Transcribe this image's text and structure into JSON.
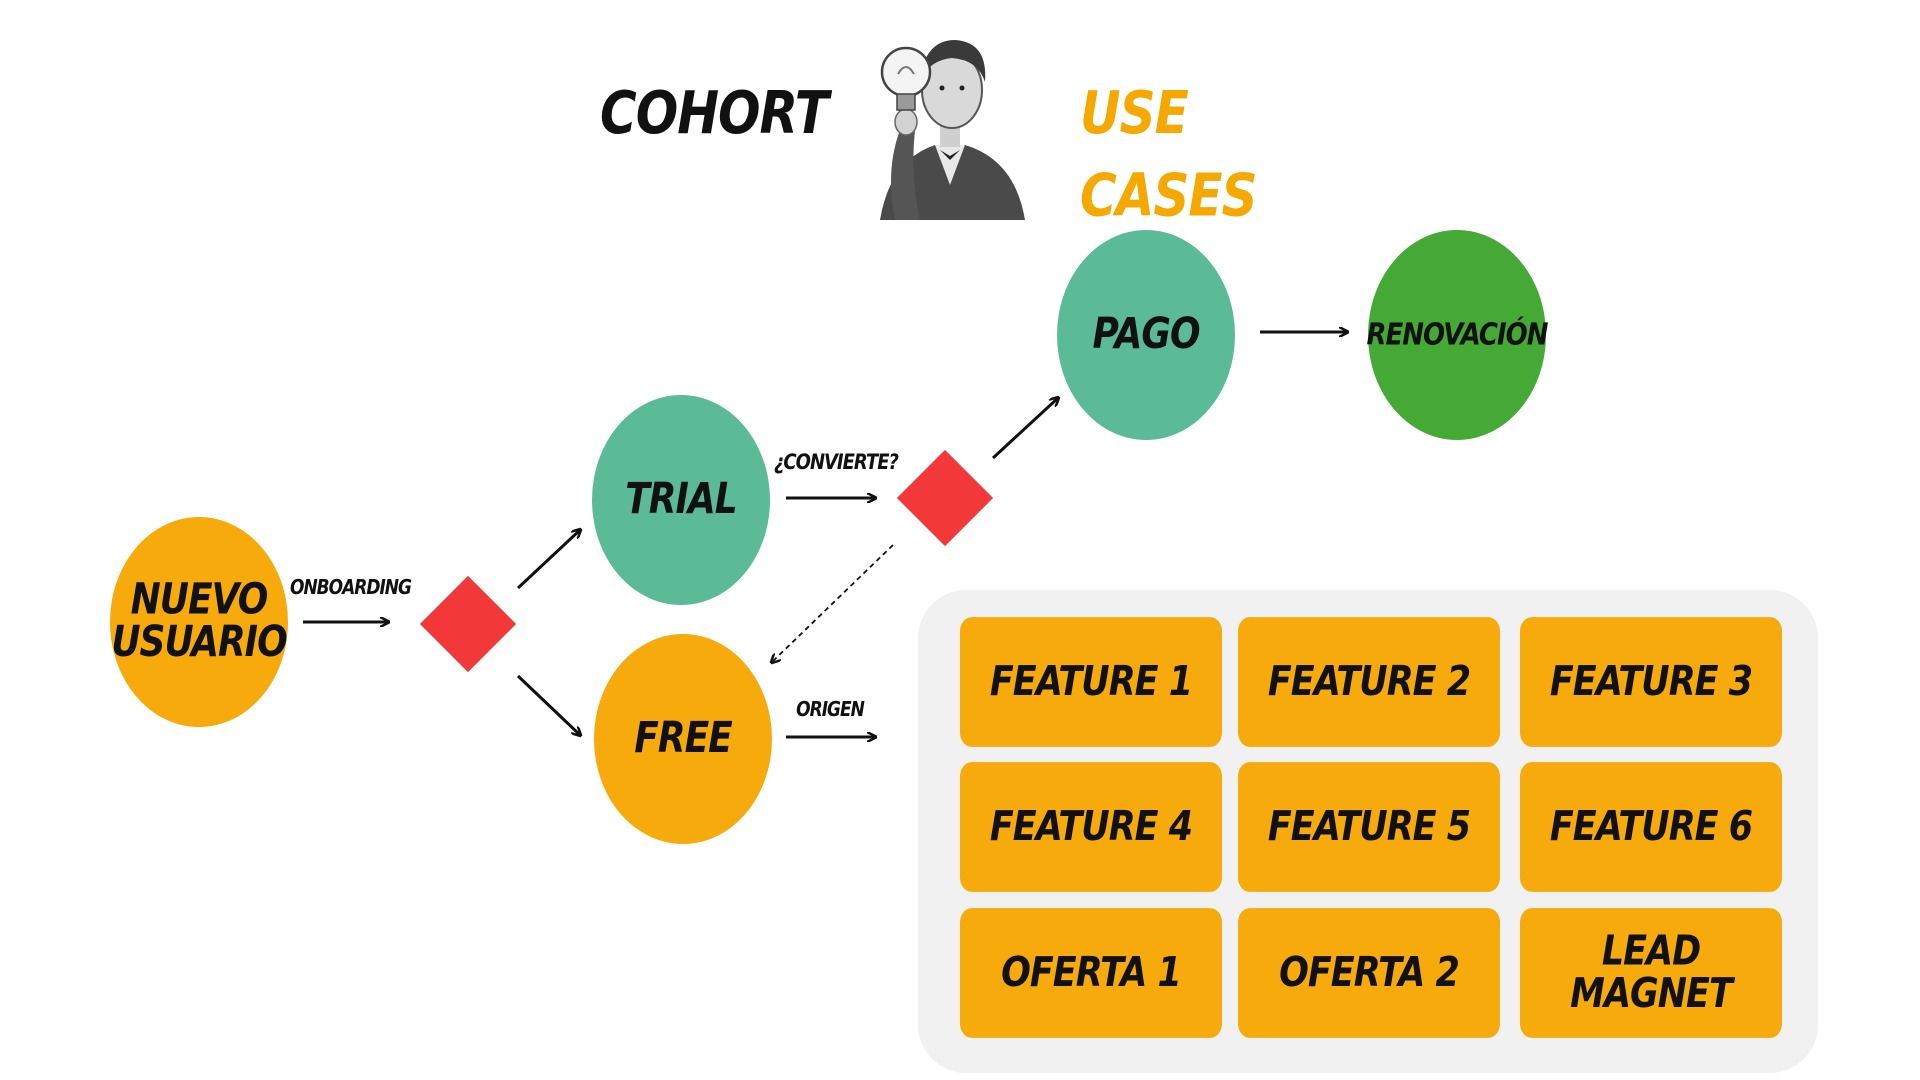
{
  "header": {
    "title_left": "COHORT",
    "title_right": "USE CASES",
    "colors": {
      "title_left": "#111111",
      "title_right": "#f5a800"
    }
  },
  "nodes": {
    "nuevo_usuario": {
      "line1": "NUEVO",
      "line2": "USUARIO",
      "color": "#f6aa0b"
    },
    "trial": {
      "label": "TRIAL",
      "color": "#5bba98"
    },
    "free": {
      "label": "FREE",
      "color": "#f6aa0b"
    },
    "pago": {
      "label": "PAGO",
      "color": "#5bba98"
    },
    "renovacion": {
      "label": "RENOVACIÓN",
      "color": "#45a935"
    }
  },
  "edge_labels": {
    "onboarding": "ONBOARDING",
    "convierte": "¿CONVIERTE?",
    "origen": "ORIGEN"
  },
  "decision_color": "#f23838",
  "features": [
    {
      "line1": "FEATURE 1"
    },
    {
      "line1": "FEATURE 2"
    },
    {
      "line1": "FEATURE 3"
    },
    {
      "line1": "FEATURE 4"
    },
    {
      "line1": "FEATURE 5"
    },
    {
      "line1": "FEATURE 6"
    },
    {
      "line1": "OFERTA 1"
    },
    {
      "line1": "OFERTA 2"
    },
    {
      "line1": "LEAD",
      "line2": "MAGNET"
    }
  ]
}
